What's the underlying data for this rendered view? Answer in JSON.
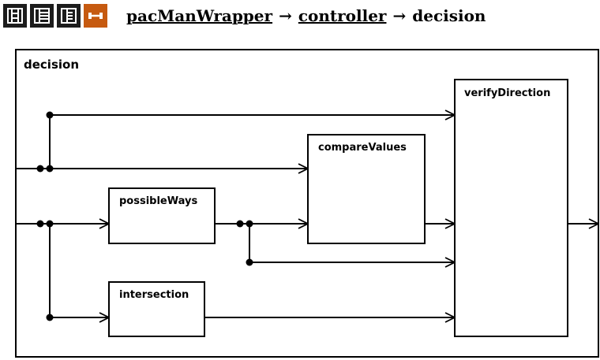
{
  "toolbar": {
    "buttons": [
      {
        "icon": "structure-view-icon",
        "color": "#1c1c1c"
      },
      {
        "icon": "list-view-icon",
        "color": "#1c1c1c"
      },
      {
        "icon": "detail-view-icon",
        "color": "#1c1c1c"
      },
      {
        "icon": "connector-view-icon",
        "color": "#c65a10"
      }
    ]
  },
  "breadcrumb": {
    "items": [
      "pacManWrapper",
      "controller",
      "decision"
    ],
    "separator": "→"
  },
  "diagram": {
    "outer_label": "decision",
    "blocks": {
      "possible_ways": "possibleWays",
      "intersection": "intersection",
      "compare_values": "compareValues",
      "verify_direction": "verifyDirection"
    }
  }
}
